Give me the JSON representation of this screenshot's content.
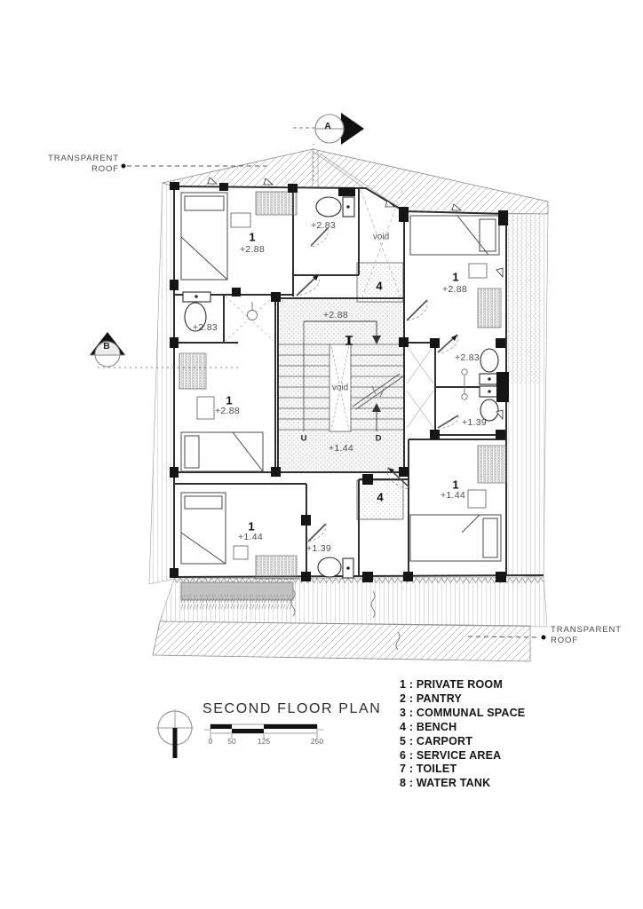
{
  "drawing_title": {
    "text": "SECOND FLOOR PLAN"
  },
  "scale_bar": {
    "ticks": [
      "0",
      "50",
      "125",
      "250"
    ]
  },
  "section_markers": {
    "a": "A",
    "b": "B"
  },
  "roof_notes": {
    "top": "TRANSPARENT ROOF",
    "bottom": "TRANSPARENT ROOF"
  },
  "plan": {
    "room_top_left": {
      "num": "1",
      "level": "+2.88"
    },
    "toilet_top": {
      "level": "+2.83"
    },
    "void_top": {
      "text": "void"
    },
    "bench_top": {
      "num": "4"
    },
    "room_top_right": {
      "num": "1",
      "level": "+2.88"
    },
    "toilet_left": {
      "level": "+2.83"
    },
    "room_mid_left": {
      "num": "1",
      "level": "+2.88"
    },
    "stair": {
      "upper_level": "+2.88",
      "void": "void",
      "up": "U",
      "down": "D",
      "lower_level": "+1.44"
    },
    "toilet_right_upper": {
      "level": "+2.83"
    },
    "toilet_right_lower": {
      "level": "+1.39"
    },
    "room_bottom_left": {
      "num": "1",
      "level": "+1.44"
    },
    "toilet_bottom": {
      "level": "+1.39"
    },
    "bench_bottom": {
      "num": "4"
    },
    "room_bottom_right": {
      "num": "1",
      "level": "+1.44"
    }
  },
  "legend": {
    "items": [
      "1 : PRIVATE ROOM",
      "2 : PANTRY",
      "3 : COMMUNAL SPACE",
      "4 : BENCH",
      "5 : CARPORT",
      "6 : SERVICE AREA",
      "7 : TOILET",
      "8 : WATER TANK"
    ]
  },
  "colors": {
    "line": "#2f2f2f",
    "solid_fill": "#151515",
    "hatch": "#9a9a9a"
  }
}
